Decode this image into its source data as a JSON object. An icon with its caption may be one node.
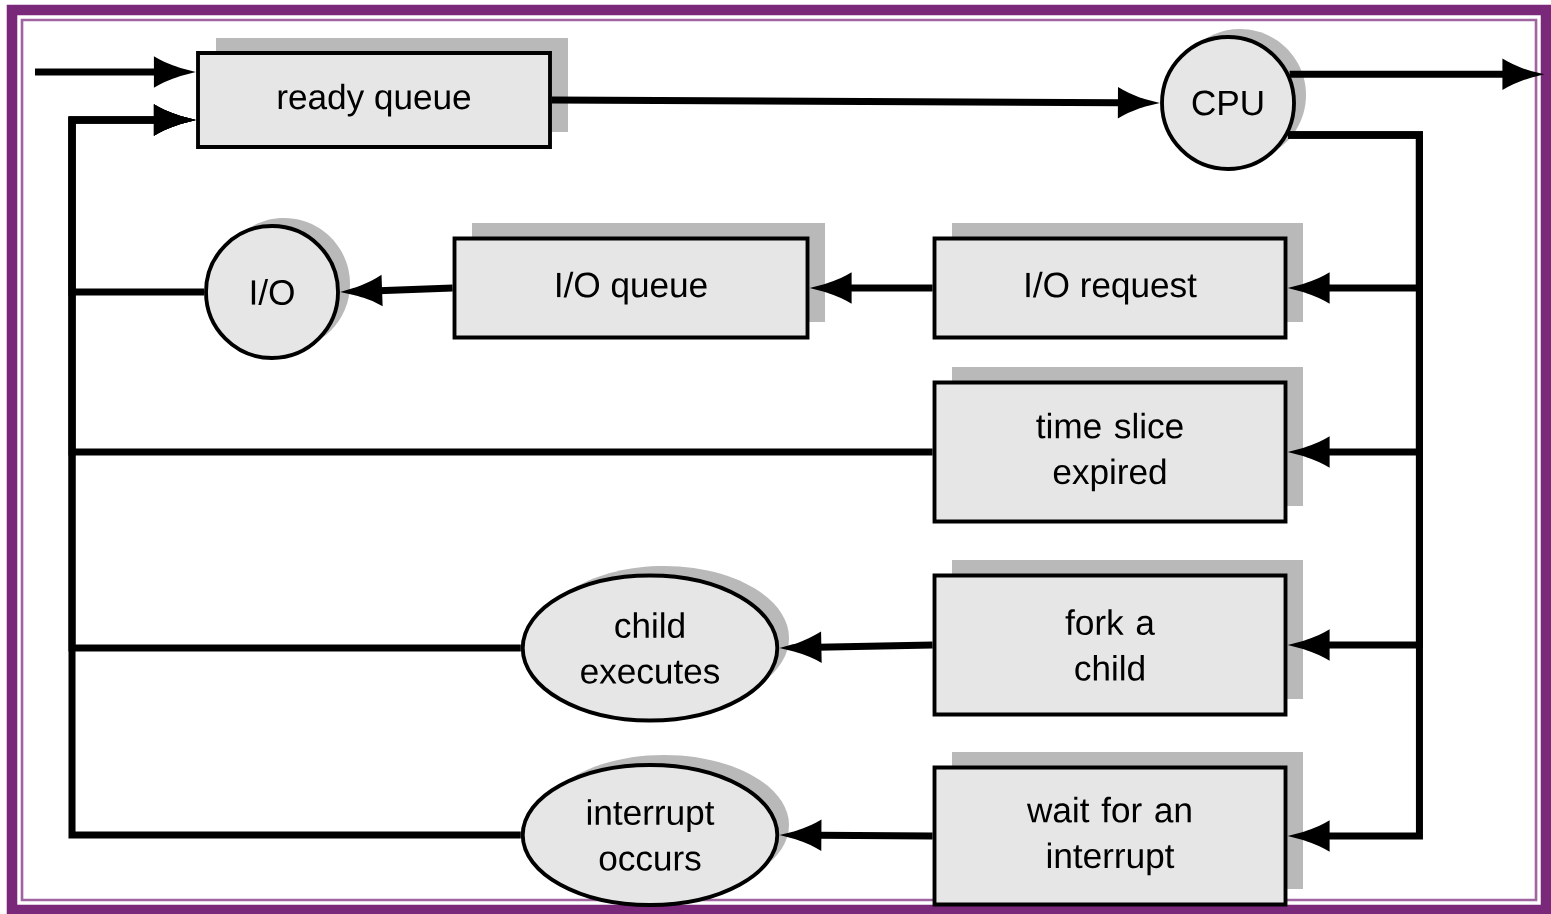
{
  "diagram": {
    "nodes": [
      {
        "text": [
          "ready queue"
        ]
      },
      {
        "text": [
          "CPU"
        ]
      },
      {
        "text": [
          "I/O"
        ]
      },
      {
        "text": [
          "I/O queue"
        ]
      },
      {
        "text": [
          "I/O request"
        ]
      },
      {
        "text": [
          "time slice expired"
        ]
      },
      {
        "text": [
          "child executes"
        ]
      },
      {
        "text": [
          "fork a child"
        ]
      },
      {
        "text": [
          "interrupt occurs"
        ]
      },
      {
        "text": [
          "wait for an interrupt"
        ]
      }
    ],
    "edges": [
      {
        "from": null,
        "to": 0,
        "arrow": "to"
      },
      {
        "from": 0,
        "to": 1,
        "arrow": "to"
      },
      {
        "from": 1,
        "to": null,
        "arrow": "to"
      },
      {
        "from": 1,
        "to": 4,
        "arrow": "to"
      },
      {
        "from": 1,
        "to": 5,
        "arrow": "to"
      },
      {
        "from": 1,
        "to": 7,
        "arrow": "to"
      },
      {
        "from": 1,
        "to": 9,
        "arrow": "to"
      },
      {
        "from": 4,
        "to": 3,
        "arrow": "to"
      },
      {
        "from": 3,
        "to": 2,
        "arrow": "to"
      },
      {
        "from": 2,
        "to": 0,
        "arrow": "to"
      },
      {
        "from": 5,
        "to": 0,
        "arrow": "to"
      },
      {
        "from": 6,
        "to": 0,
        "arrow": "to"
      },
      {
        "from": 8,
        "to": 0,
        "arrow": "to"
      },
      {
        "from": 7,
        "to": 6,
        "arrow": "to"
      },
      {
        "from": 9,
        "to": 8,
        "arrow": "to"
      }
    ]
  }
}
